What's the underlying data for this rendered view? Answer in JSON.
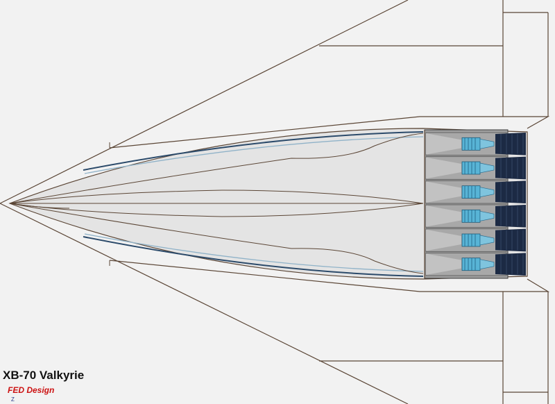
{
  "title": "XB-70 Valkyrie",
  "subtitle": "FED Design",
  "axis_label": "Z",
  "colors": {
    "background": "#f2f2f2",
    "outline": "#5a4535",
    "fuselage_fill": "#e4e4e4",
    "engine_bay": "#9e9e9e",
    "engine_blue": "#58b4d6",
    "nozzle": "#1c2a44",
    "subtitle": "#cc1111",
    "axis_label": "#2a3a8a"
  },
  "engine_count": 6
}
